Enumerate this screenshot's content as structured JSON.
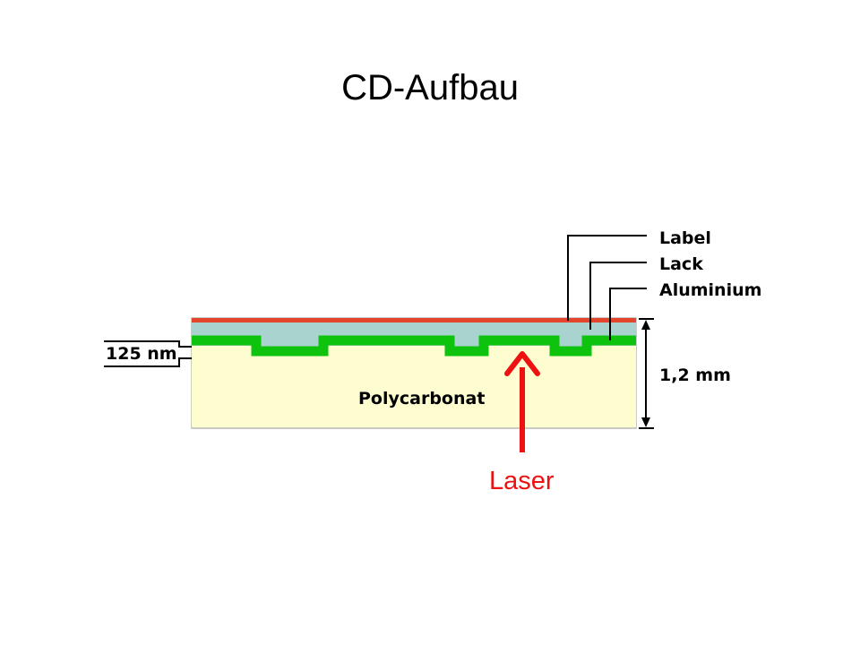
{
  "title": "CD-Aufbau",
  "labels": {
    "label": "Label",
    "lack": "Lack",
    "aluminium": "Aluminium",
    "polycarbonat": "Polycarbonat",
    "pit_depth": "125 nm",
    "thickness": "1,2 mm",
    "laser": "Laser"
  },
  "colors": {
    "label_layer": "#e2452c",
    "lack_layer": "#a9d3cf",
    "aluminium_layer": "#0ec30e",
    "polycarbonat": "#fdfdcf",
    "laser": "#ee1111"
  }
}
